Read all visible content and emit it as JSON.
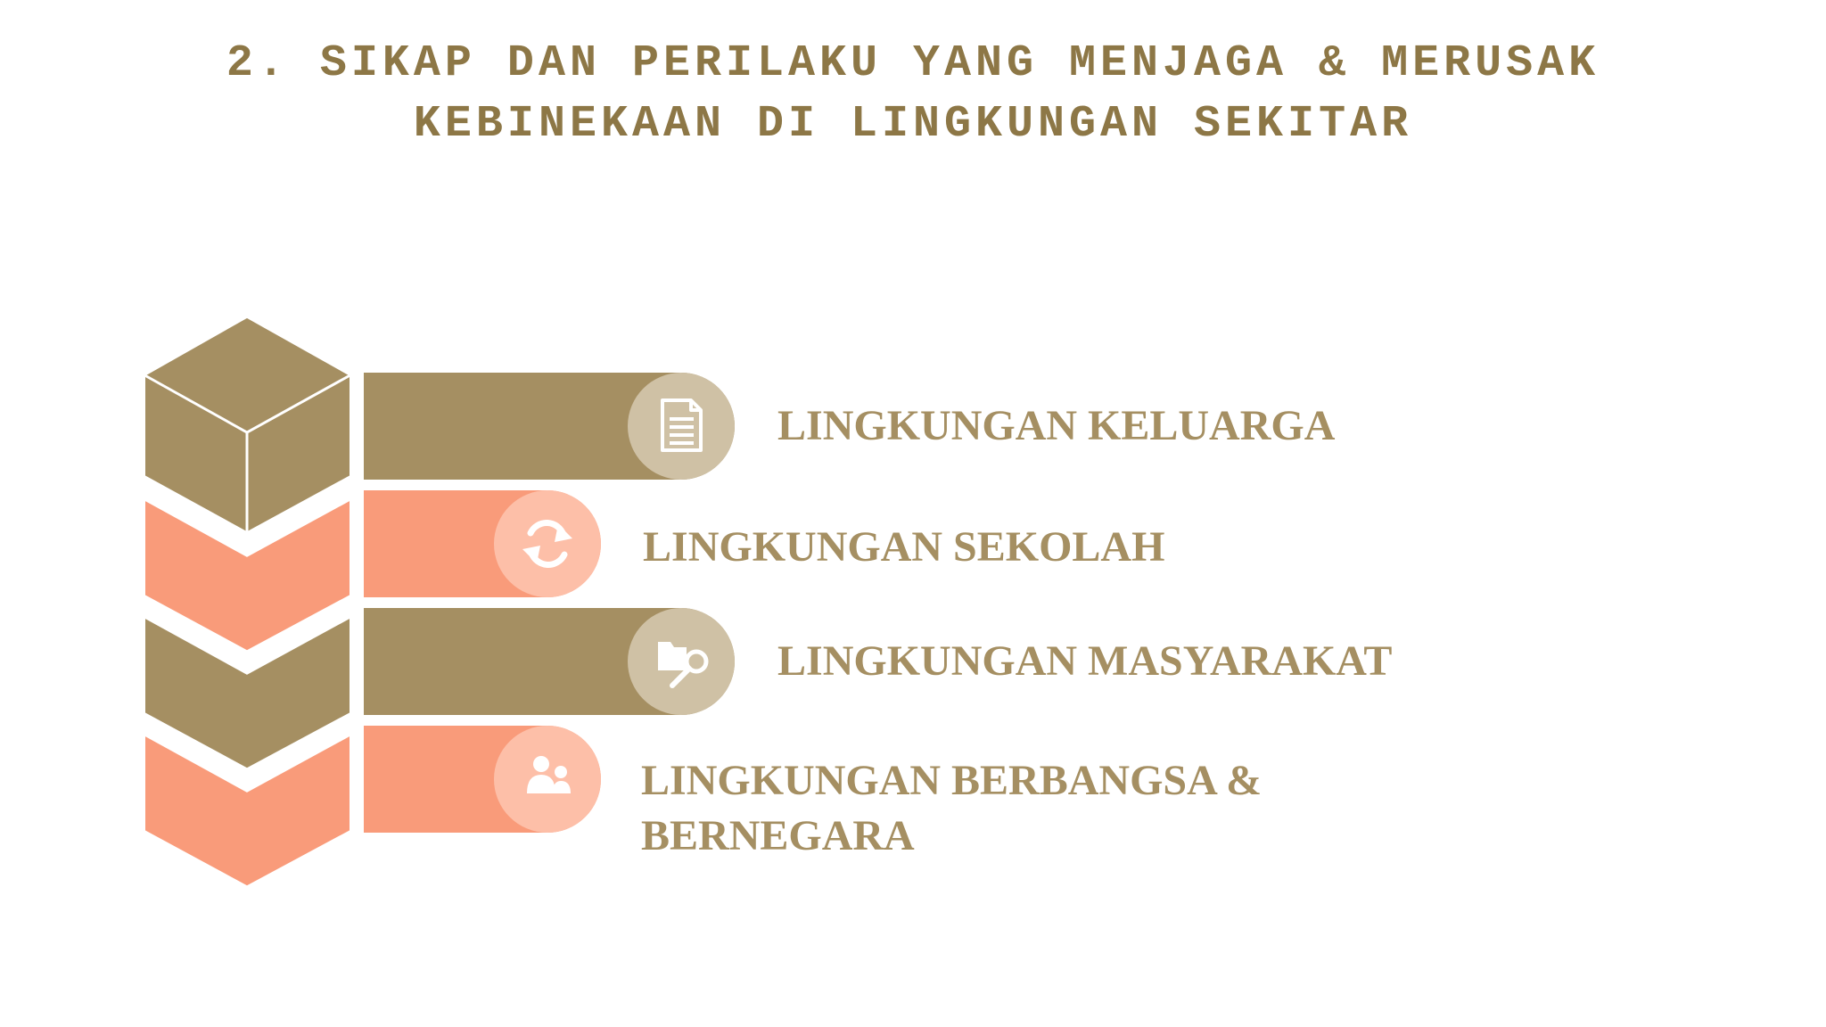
{
  "title": {
    "line1": "2. SIKAP DAN PERILAKU YANG MENJAGA & MERUSAK",
    "line2": "KEBINEKAAN DI LINGKUNGAN SEKITAR"
  },
  "colors": {
    "title_text": "#8d7746",
    "label_text": "#a58f62",
    "khaki": "#a58f62",
    "salmon": "#f99b7a",
    "background": "#ffffff"
  },
  "items": [
    {
      "label": "LINGKUNGAN KELUARGA",
      "icon": "document-icon",
      "color": "khaki"
    },
    {
      "label": "LINGKUNGAN SEKOLAH",
      "icon": "refresh-icon",
      "color": "salmon"
    },
    {
      "label": "LINGKUNGAN MASYARAKAT",
      "icon": "folder-search-icon",
      "color": "khaki"
    },
    {
      "label_line1": "LINGKUNGAN BERBANGSA &",
      "label_line2": "BERNEGARA",
      "icon": "users-icon",
      "color": "salmon"
    }
  ]
}
